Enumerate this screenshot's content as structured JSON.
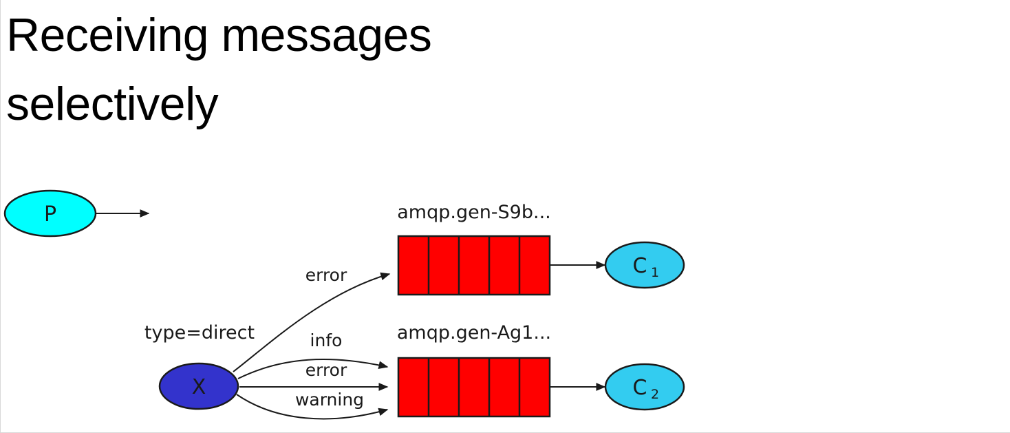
{
  "slide": {
    "title": "Receiving messages\nselectively"
  },
  "diagram": {
    "type": "rabbitmq-direct-exchange-routing",
    "nodes": {
      "producer": {
        "label": "P",
        "name": "producer-node",
        "fill": "#00ffff",
        "stroke": "#000000"
      },
      "exchange": {
        "label": "X",
        "name": "exchange-node",
        "fill": "#3333cc",
        "stroke": "#000000",
        "annotation": "type=direct"
      },
      "consumers": [
        {
          "label": "C",
          "subscript": "1",
          "name": "consumer-node-c1",
          "fill": "#33ccf0",
          "stroke": "#000000"
        },
        {
          "label": "C",
          "subscript": "2",
          "name": "consumer-node-c2",
          "fill": "#33ccf0",
          "stroke": "#000000"
        }
      ],
      "queues": [
        {
          "label": "amqp.gen-S9b...",
          "cells": 5,
          "fill": "#ff0000",
          "stroke": "#000000"
        },
        {
          "label": "amqp.gen-Ag1...",
          "cells": 5,
          "fill": "#ff0000",
          "stroke": "#000000"
        }
      ]
    },
    "bindings": [
      {
        "key": "error",
        "from": "X",
        "to": "amqp.gen-S9b..."
      },
      {
        "key": "info",
        "from": "X",
        "to": "amqp.gen-Ag1..."
      },
      {
        "key": "error",
        "from": "X",
        "to": "amqp.gen-Ag1..."
      },
      {
        "key": "warning",
        "from": "X",
        "to": "amqp.gen-Ag1..."
      }
    ],
    "labels": {
      "type_direct": "type=direct",
      "binding_error_top": "error",
      "binding_info": "info",
      "binding_error_bottom": "error",
      "binding_warning": "warning",
      "queue_1": "amqp.gen-S9b...",
      "queue_2": "amqp.gen-Ag1...",
      "producer": "P",
      "exchange": "X",
      "consumer_1": "C",
      "consumer_1_sub": "1",
      "consumer_2": "C",
      "consumer_2_sub": "2"
    }
  }
}
